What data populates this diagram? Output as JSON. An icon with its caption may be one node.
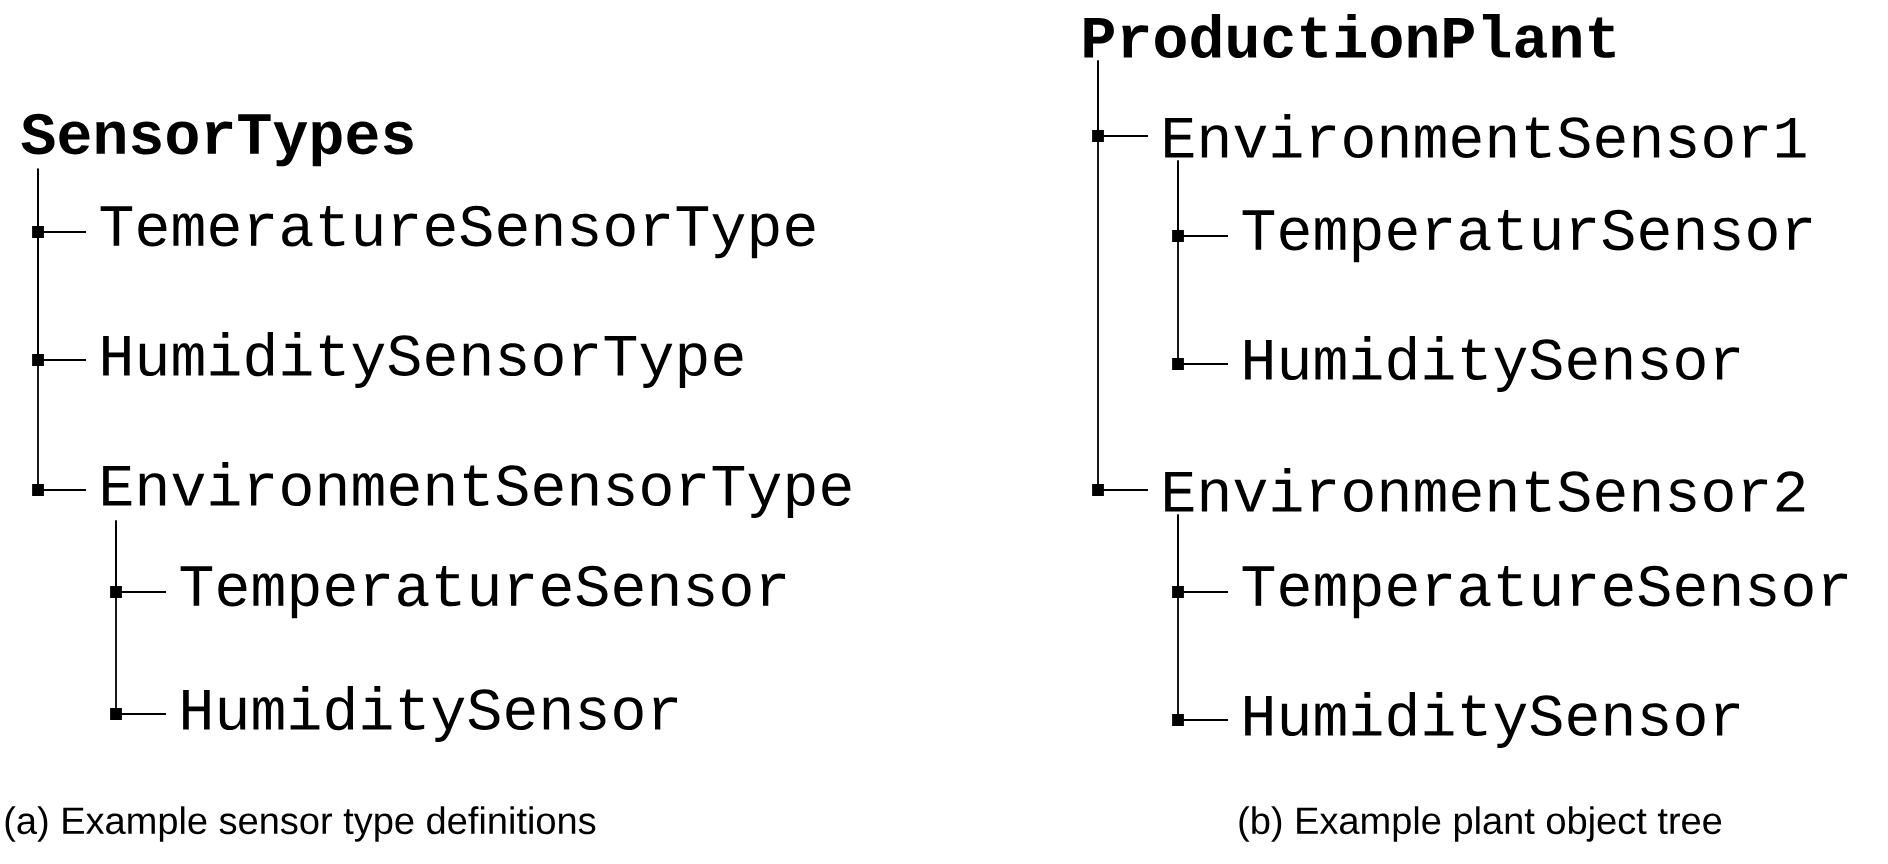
{
  "diagram": {
    "nodes": [
      {
        "text": [
          "SensorTypes"
        ]
      },
      {
        "text": [
          "TemeratureSensorType"
        ]
      },
      {
        "text": [
          "HumiditySensorType"
        ]
      },
      {
        "text": [
          "EnvironmentSensorType"
        ]
      },
      {
        "text": [
          "TemperatureSensor"
        ]
      },
      {
        "text": [
          "HumiditySensor"
        ]
      },
      {
        "text": [
          "ProductionPlant"
        ]
      },
      {
        "text": [
          "EnvironmentSensor1"
        ]
      },
      {
        "text": [
          "TemperaturSensor"
        ]
      },
      {
        "text": [
          "HumiditySensor"
        ]
      },
      {
        "text": [
          "EnvironmentSensor2"
        ]
      },
      {
        "text": [
          "TemperatureSensor"
        ]
      },
      {
        "text": [
          "HumiditySensor"
        ]
      }
    ],
    "edges": [
      {
        "from": 0,
        "to": 1,
        "arrow": "none"
      },
      {
        "from": 0,
        "to": 2,
        "arrow": "none"
      },
      {
        "from": 0,
        "to": 3,
        "arrow": "none"
      },
      {
        "from": 3,
        "to": 4,
        "arrow": "none"
      },
      {
        "from": 3,
        "to": 5,
        "arrow": "none"
      },
      {
        "from": 6,
        "to": 7,
        "arrow": "none"
      },
      {
        "from": 6,
        "to": 10,
        "arrow": "none"
      },
      {
        "from": 7,
        "to": 8,
        "arrow": "none"
      },
      {
        "from": 7,
        "to": 9,
        "arrow": "none"
      },
      {
        "from": 10,
        "to": 11,
        "arrow": "none"
      },
      {
        "from": 10,
        "to": 12,
        "arrow": "none"
      }
    ],
    "labels": [
      "(a) Example sensor type definitions",
      "(b) Example plant object tree"
    ]
  }
}
